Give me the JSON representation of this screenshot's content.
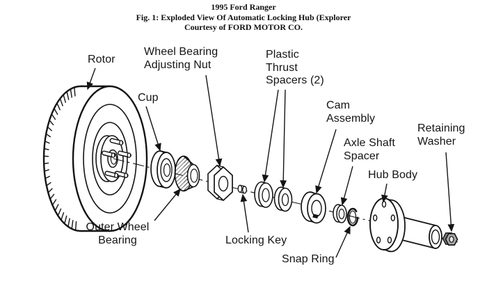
{
  "header": {
    "line1": "1995 Ford Ranger",
    "line2": "Fig. 1: Exploded View Of Automatic Locking Hub (Explorer",
    "line3": "Courtesy of FORD MOTOR CO."
  },
  "parts": {
    "rotor": [
      "Rotor"
    ],
    "wheel_bearing_adjusting_nut": [
      "Wheel Bearing",
      "Adjusting Nut"
    ],
    "cup": [
      "Cup"
    ],
    "plastic_thrust_spacers": [
      "Plastic",
      "Thrust",
      "Spacers (2)"
    ],
    "cam_assembly": [
      "Cam",
      "Assembly"
    ],
    "axle_shaft_spacer": [
      "Axle Shaft",
      "Spacer"
    ],
    "retaining_washer": [
      "Retaining",
      "Washer"
    ],
    "hub_body": [
      "Hub Body"
    ],
    "outer_wheel_bearing": [
      "Outer Wheel",
      "Bearing"
    ],
    "locking_key": [
      "Locking Key"
    ],
    "snap_ring": [
      "Snap Ring"
    ]
  },
  "diagram": {
    "colors": {
      "ink": "#141414",
      "background": "#ffffff",
      "washer_fill": "#a6a6a6"
    }
  }
}
